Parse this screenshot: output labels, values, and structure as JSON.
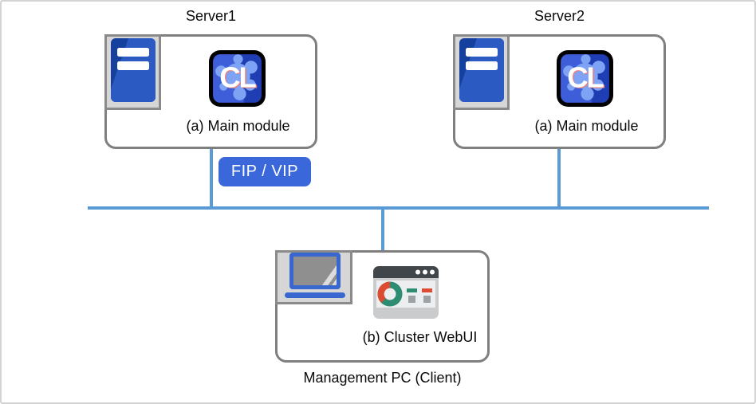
{
  "frame": {
    "background": "#ffffff",
    "border_color": "#d4d4d4"
  },
  "colors": {
    "box_border": "#7f7f7f",
    "plate_fill": "#d6d6d6",
    "network_line": "#5b9bd5",
    "fip_button_blue": "#3a67d9",
    "server_icon_blue": "#1c4ba8",
    "cl_badge_blue": "#2746c4",
    "cl_splat_blue": "#7ea3f4",
    "laptop_blue": "#3767cf",
    "browser_header_gray": "#41464b",
    "browser_teal": "#2e8c72",
    "browser_red": "#dd4b32"
  },
  "nodes": {
    "server1": {
      "title": "Server1",
      "module_label": "(a) Main module"
    },
    "server2": {
      "title": "Server2",
      "module_label": "(a) Main module"
    },
    "management_pc": {
      "caption": "(b) Cluster WebUI",
      "title": "Management PC (Client)"
    }
  },
  "network": {
    "fip_vip_label": "FIP / VIP"
  },
  "icons": {
    "cl_badge_text": "CL"
  }
}
